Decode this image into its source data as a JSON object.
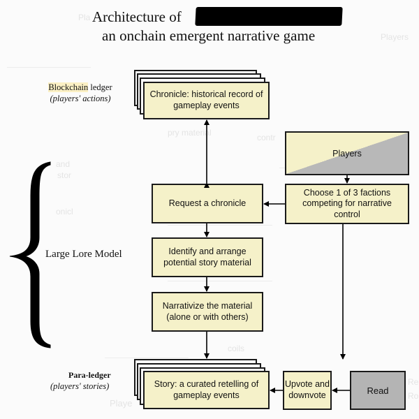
{
  "title": {
    "line1": "Architecture of",
    "line2": "an onchain emergent narrative game",
    "redacted": true
  },
  "left_labels": {
    "blockchain_ledger": {
      "title": "Blockchain",
      "title_rest": " ledger",
      "subtitle": "(players' actions)"
    },
    "large_lore_model": "Large Lore Model",
    "para_ledger": {
      "title": "Para-ledger",
      "subtitle": "(players' stories)"
    }
  },
  "nodes": {
    "chronicle": "Chronicle: historical record of gameplay events",
    "players": "Players",
    "request_chronicle": "Request a chronicle",
    "choose_factions": "Choose 1 of 3 factions competing for narrative control",
    "identify": "Identify and arrange potential story material",
    "narrativize": "Narrativize the material (alone or with others)",
    "story": "Story: a curated retelling of gameplay events",
    "upvote": "Upvote and downvote",
    "read": "Read"
  },
  "colors": {
    "node_fill": "#f5f1c9",
    "read_fill": "#b4b4b4",
    "players_split_light": "#f5f1c9",
    "players_split_dark": "#b8b8b8",
    "highlight": "#fbf0c4"
  },
  "edges": [
    {
      "from": "request_chronicle",
      "to": "chronicle",
      "bidirectional": true
    },
    {
      "from": "players",
      "to": "choose_factions"
    },
    {
      "from": "choose_factions",
      "to": "request_chronicle"
    },
    {
      "from": "request_chronicle",
      "to": "identify"
    },
    {
      "from": "identify",
      "to": "narrativize"
    },
    {
      "from": "narrativize",
      "to": "story"
    },
    {
      "from": "choose_factions",
      "to": "upvote"
    },
    {
      "from": "read",
      "to": "upvote"
    },
    {
      "from": "upvote",
      "to": "story"
    }
  ],
  "background_ghost_text": [
    "Pla",
    "Players",
    "and",
    "stor",
    "onicl",
    "pry material",
    "contr",
    "coils",
    "Playe",
    "Re",
    "Ro"
  ]
}
